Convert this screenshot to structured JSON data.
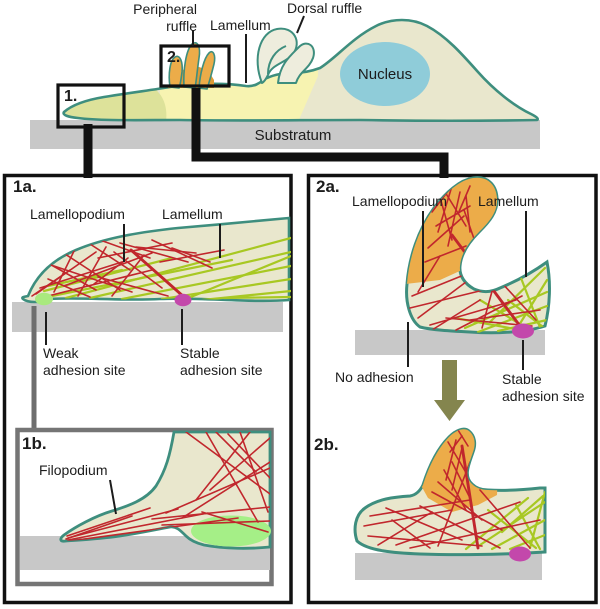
{
  "colors": {
    "cell_outline": "#3e8e7e",
    "cell_body": "#e9e7cd",
    "lamellipodium_fill": "#dde29a",
    "lamellum_fill": "#f7f3b1",
    "ruffle_orange": "#ecac49",
    "ruffle_orange_dark": "#dd9a35",
    "nucleus_blue": "#8fccd9",
    "substratum_gray": "#c8c8c8",
    "actin_red": "#c1272d",
    "fiber_green": "#a8c822",
    "weak_adhesion_green": "#a9e97e",
    "stable_adhesion_magenta": "#c348ab",
    "arrow_olive": "#84854e",
    "inset_border_gray": "#757575"
  },
  "overview": {
    "box1_label": "1.",
    "box2_label": "2.",
    "peripheral_ruffle_line1": "Peripheral",
    "peripheral_ruffle_line2": "ruffle",
    "lamellum_label": "Lamellum",
    "dorsal_ruffle_label": "Dorsal ruffle",
    "nucleus_label": "Nucleus",
    "substratum_label": "Substratum"
  },
  "panel_1a": {
    "title": "1a.",
    "lamellopodium_label": "Lamellopodium",
    "lamellum_label": "Lamellum",
    "weak_adhesion_line1": "Weak",
    "weak_adhesion_line2": "adhesion site",
    "stable_adhesion_line1": "Stable",
    "stable_adhesion_line2": "adhesion site"
  },
  "panel_1b": {
    "title": "1b.",
    "filopodium_label": "Filopodium"
  },
  "panel_2a": {
    "title": "2a.",
    "lamellopodium_label": "Lamellopodium",
    "lamellum_label": "Lamellum",
    "no_adhesion_label": "No adhesion",
    "stable_adhesion_line1": "Stable",
    "stable_adhesion_line2": "adhesion site"
  },
  "panel_2b": {
    "title": "2b."
  }
}
